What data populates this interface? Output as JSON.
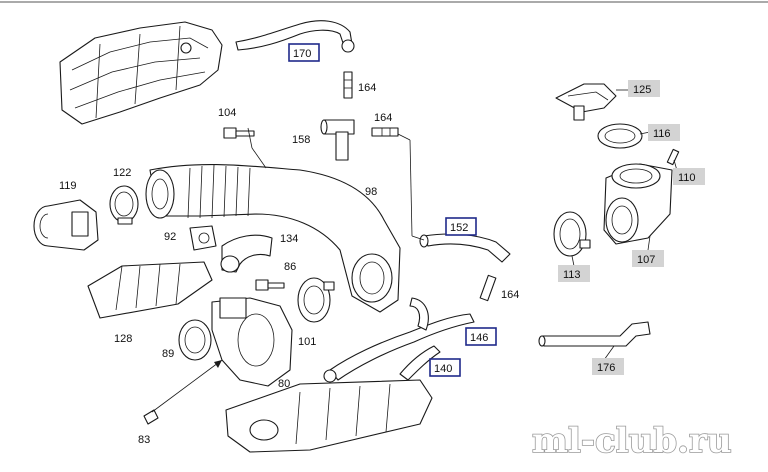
{
  "callouts": [
    {
      "id": "170",
      "text": "170",
      "style": "blue"
    },
    {
      "id": "164a",
      "text": "164",
      "style": "plain"
    },
    {
      "id": "104",
      "text": "104",
      "style": "plain"
    },
    {
      "id": "164b",
      "text": "164",
      "style": "plain"
    },
    {
      "id": "158",
      "text": "158",
      "style": "plain"
    },
    {
      "id": "122",
      "text": "122",
      "style": "plain"
    },
    {
      "id": "119",
      "text": "119",
      "style": "plain"
    },
    {
      "id": "98",
      "text": "98",
      "style": "plain"
    },
    {
      "id": "152",
      "text": "152",
      "style": "blue"
    },
    {
      "id": "92",
      "text": "92",
      "style": "plain"
    },
    {
      "id": "134",
      "text": "134",
      "style": "plain"
    },
    {
      "id": "86",
      "text": "86",
      "style": "plain"
    },
    {
      "id": "164c",
      "text": "164",
      "style": "plain"
    },
    {
      "id": "128",
      "text": "128",
      "style": "plain"
    },
    {
      "id": "146",
      "text": "146",
      "style": "blue"
    },
    {
      "id": "89",
      "text": "89",
      "style": "plain"
    },
    {
      "id": "101",
      "text": "101",
      "style": "plain"
    },
    {
      "id": "140",
      "text": "140",
      "style": "blue"
    },
    {
      "id": "80",
      "text": "80",
      "style": "plain"
    },
    {
      "id": "83",
      "text": "83",
      "style": "plain"
    },
    {
      "id": "125",
      "text": "125",
      "style": "grey"
    },
    {
      "id": "116",
      "text": "116",
      "style": "grey"
    },
    {
      "id": "110",
      "text": "110",
      "style": "grey"
    },
    {
      "id": "113",
      "text": "113",
      "style": "grey"
    },
    {
      "id": "107",
      "text": "107",
      "style": "grey"
    },
    {
      "id": "176",
      "text": "176",
      "style": "grey"
    }
  ],
  "watermark": "ml-club.ru",
  "colors": {
    "blue_box": "#1f2a8a",
    "grey_box": "#d3d3d3",
    "line": "#1a1a1a"
  }
}
